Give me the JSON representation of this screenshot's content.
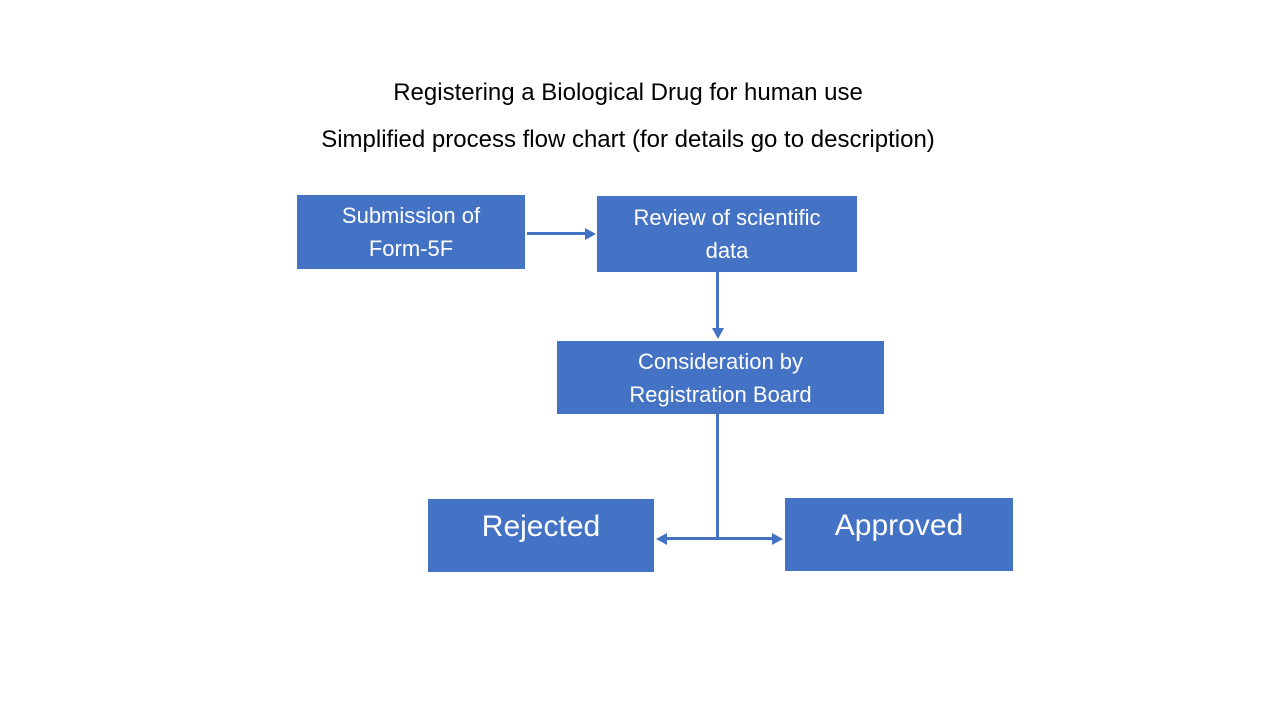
{
  "title": {
    "line1": "Registering a Biological Drug for human use",
    "line2": "Simplified process flow chart (for details go to description)"
  },
  "flowchart": {
    "boxes": [
      {
        "id": "submission",
        "lines": [
          "Submission of",
          "Form-5F"
        ]
      },
      {
        "id": "review",
        "lines": [
          "Review of scientific",
          "data"
        ]
      },
      {
        "id": "consideration",
        "lines": [
          "Consideration by",
          "Registration Board"
        ]
      },
      {
        "id": "rejected",
        "lines": [
          "Rejected"
        ]
      },
      {
        "id": "approved",
        "lines": [
          "Approved"
        ]
      }
    ],
    "connectors": [
      {
        "from": "submission",
        "to": "review",
        "style": "single-arrow-right"
      },
      {
        "from": "review",
        "to": "consideration",
        "style": "single-arrow-down"
      },
      {
        "from": "consideration",
        "to": "rejected",
        "style": "branch-arrow-left"
      },
      {
        "from": "consideration",
        "to": "approved",
        "style": "branch-arrow-right"
      }
    ]
  },
  "colors": {
    "box_fill": "#4472C4",
    "box_text": "#FFFFFF",
    "arrow": "#4472C4",
    "title_text": "#000000",
    "background": "#FFFFFF"
  }
}
